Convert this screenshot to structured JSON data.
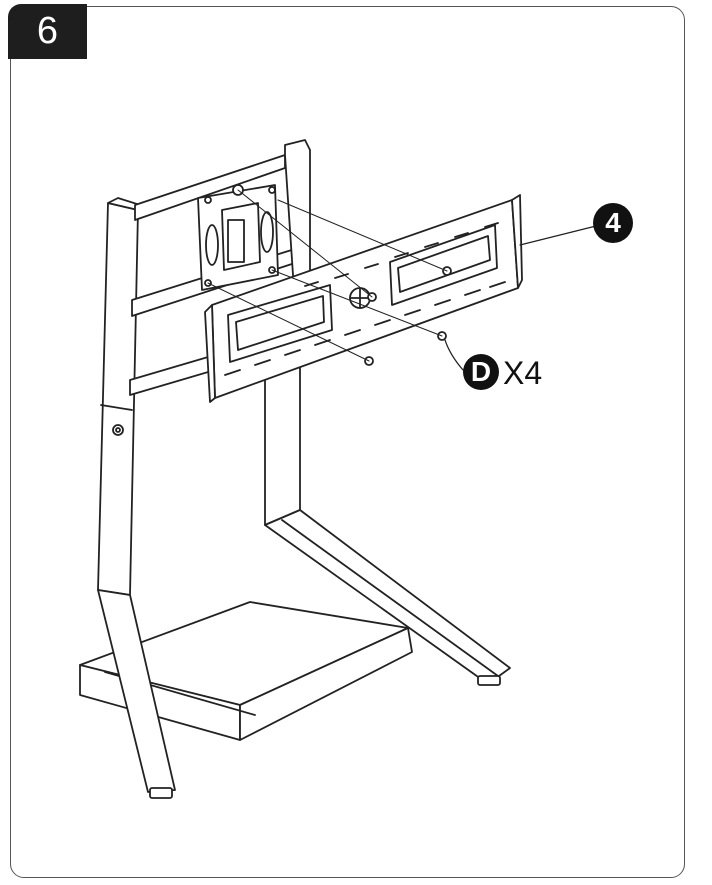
{
  "step": {
    "number": "6"
  },
  "callouts": {
    "part": {
      "label": "4"
    },
    "hardware": {
      "letter": "D",
      "quantity": "X4"
    }
  },
  "colors": {
    "line": "#222222",
    "tab": "#1e1e1e"
  }
}
